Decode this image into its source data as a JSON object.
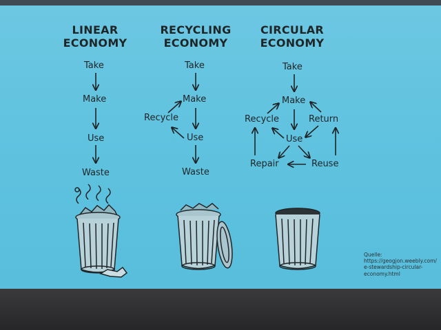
{
  "columns": [
    {
      "title": "LINEAR\nECONOMY",
      "nodes": {
        "take": "Take",
        "make": "Make",
        "use": "Use",
        "waste": "Waste"
      }
    },
    {
      "title": "RECYCLING\nECONOMY",
      "nodes": {
        "take": "Take",
        "make": "Make",
        "recycle": "Recycle",
        "use": "Use",
        "waste": "Waste"
      }
    },
    {
      "title": "CIRCULAR\nECONOMY",
      "nodes": {
        "take": "Take",
        "make": "Make",
        "recycle": "Recycle",
        "return": "Return",
        "use": "Use",
        "repair": "Repair",
        "reuse": "Reuse"
      }
    }
  ],
  "source": "Quelle:\nhttps://geogjon.weebly.com/\ne-stewardship-circular-\neconomy.html",
  "colors": {
    "background": "#5ec2df",
    "ink": "#1d2427"
  },
  "icons": [
    "overflowing-trash-can-icon",
    "open-trash-can-icon",
    "empty-trash-can-icon"
  ]
}
